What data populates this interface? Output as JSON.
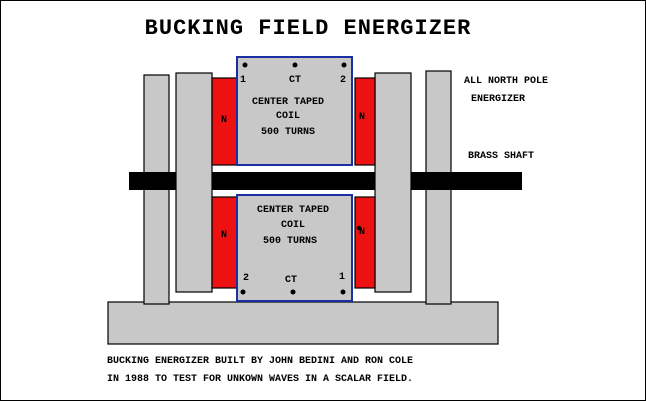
{
  "title": "BUCKING FIELD ENERGIZER",
  "labels": {
    "pole_line1": "ALL NORTH POLE",
    "pole_line2": "ENERGIZER",
    "shaft": "BRASS SHAFT"
  },
  "top_coil": {
    "line1": "CENTER TAPED",
    "line2": "COIL",
    "line3": "500 TURNS",
    "terminal_left": "1",
    "terminal_center": "CT",
    "terminal_right": "2"
  },
  "bottom_coil": {
    "line1": "CENTER TAPED",
    "line2": "COIL",
    "line3": "500 TURNS",
    "terminal_left": "2",
    "terminal_center": "CT",
    "terminal_right": "1"
  },
  "magnet_label": "N",
  "caption": {
    "line1": "BUCKING ENERGIZER BUILT BY JOHN BEDINI AND RON COLE",
    "line2": "IN 1988 TO TEST FOR UNKOWN WAVES IN A SCALAR FIELD."
  },
  "colors": {
    "frame_gray": "#c8c8c8",
    "coil_bg": "#c8c8c8",
    "coil_border": "#1a2fa0",
    "magnet_red": "#ee1111",
    "shaft_black": "#000000"
  }
}
